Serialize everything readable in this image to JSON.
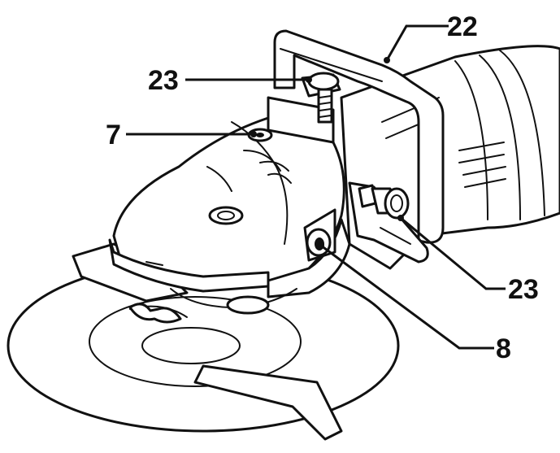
{
  "callouts": [
    {
      "id": "22",
      "label": "22"
    },
    {
      "id": "23a",
      "label": "23"
    },
    {
      "id": "7",
      "label": "7"
    },
    {
      "id": "23b",
      "label": "23"
    },
    {
      "id": "8",
      "label": "8"
    }
  ],
  "colors": {
    "ink": "#111111",
    "paper": "#ffffff"
  }
}
